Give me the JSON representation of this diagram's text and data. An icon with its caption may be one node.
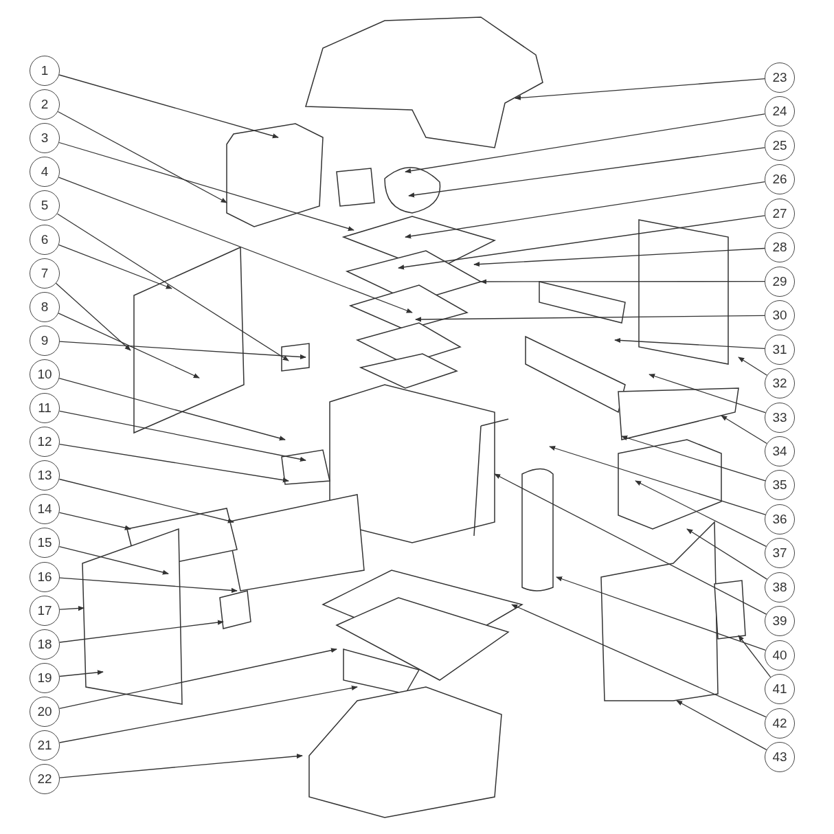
{
  "diagram": {
    "nodes": [
      {
        "text": [
          "1"
        ]
      },
      {
        "text": [
          "2"
        ]
      },
      {
        "text": [
          "3"
        ]
      },
      {
        "text": [
          "4"
        ]
      },
      {
        "text": [
          "5"
        ]
      },
      {
        "text": [
          "6"
        ]
      },
      {
        "text": [
          "7"
        ]
      },
      {
        "text": [
          "8"
        ]
      },
      {
        "text": [
          "9"
        ]
      },
      {
        "text": [
          "10"
        ]
      },
      {
        "text": [
          "11"
        ]
      },
      {
        "text": [
          "12"
        ]
      },
      {
        "text": [
          "13"
        ]
      },
      {
        "text": [
          "14"
        ]
      },
      {
        "text": [
          "15"
        ]
      },
      {
        "text": [
          "16"
        ]
      },
      {
        "text": [
          "17"
        ]
      },
      {
        "text": [
          "18"
        ]
      },
      {
        "text": [
          "19"
        ]
      },
      {
        "text": [
          "20"
        ]
      },
      {
        "text": [
          "21"
        ]
      },
      {
        "text": [
          "22"
        ]
      },
      {
        "text": [
          "23"
        ]
      },
      {
        "text": [
          "24"
        ]
      },
      {
        "text": [
          "25"
        ]
      },
      {
        "text": [
          "26"
        ]
      },
      {
        "text": [
          "27"
        ]
      },
      {
        "text": [
          "28"
        ]
      },
      {
        "text": [
          "29"
        ]
      },
      {
        "text": [
          "30"
        ]
      },
      {
        "text": [
          "31"
        ]
      },
      {
        "text": [
          "32"
        ]
      },
      {
        "text": [
          "33"
        ]
      },
      {
        "text": [
          "34"
        ]
      },
      {
        "text": [
          "35"
        ]
      },
      {
        "text": [
          "36"
        ]
      },
      {
        "text": [
          "37"
        ]
      },
      {
        "text": [
          "38"
        ]
      },
      {
        "text": [
          "39"
        ]
      },
      {
        "text": [
          "40"
        ]
      },
      {
        "text": [
          "41"
        ]
      },
      {
        "text": [
          "42"
        ]
      },
      {
        "text": [
          "43"
        ]
      }
    ],
    "edges": [
      {
        "from": 0,
        "to": null,
        "arrow": "to"
      },
      {
        "from": 1,
        "to": null,
        "arrow": "to"
      },
      {
        "from": 2,
        "to": null,
        "arrow": "to"
      },
      {
        "from": 3,
        "to": null,
        "arrow": "to"
      },
      {
        "from": 4,
        "to": null,
        "arrow": "to"
      },
      {
        "from": 5,
        "to": null,
        "arrow": "to"
      },
      {
        "from": 6,
        "to": null,
        "arrow": "to"
      },
      {
        "from": 7,
        "to": null,
        "arrow": "to"
      },
      {
        "from": 8,
        "to": null,
        "arrow": "to"
      },
      {
        "from": 9,
        "to": null,
        "arrow": "to"
      },
      {
        "from": 10,
        "to": null,
        "arrow": "to"
      },
      {
        "from": 11,
        "to": null,
        "arrow": "to"
      },
      {
        "from": 12,
        "to": null,
        "arrow": "to"
      },
      {
        "from": 13,
        "to": null,
        "arrow": "to"
      },
      {
        "from": 14,
        "to": null,
        "arrow": "to"
      },
      {
        "from": 15,
        "to": null,
        "arrow": "to"
      },
      {
        "from": 16,
        "to": null,
        "arrow": "to"
      },
      {
        "from": 17,
        "to": null,
        "arrow": "to"
      },
      {
        "from": 18,
        "to": null,
        "arrow": "to"
      },
      {
        "from": 19,
        "to": null,
        "arrow": "to"
      },
      {
        "from": 20,
        "to": null,
        "arrow": "to"
      },
      {
        "from": 21,
        "to": null,
        "arrow": "to"
      },
      {
        "from": 22,
        "to": null,
        "arrow": "to"
      },
      {
        "from": 23,
        "to": null,
        "arrow": "to"
      },
      {
        "from": 24,
        "to": null,
        "arrow": "to"
      },
      {
        "from": 25,
        "to": null,
        "arrow": "to"
      },
      {
        "from": 26,
        "to": null,
        "arrow": "to"
      },
      {
        "from": 27,
        "to": null,
        "arrow": "to"
      },
      {
        "from": 28,
        "to": null,
        "arrow": "to"
      },
      {
        "from": 29,
        "to": null,
        "arrow": "to"
      },
      {
        "from": 30,
        "to": null,
        "arrow": "to"
      },
      {
        "from": 31,
        "to": null,
        "arrow": "to"
      },
      {
        "from": 32,
        "to": null,
        "arrow": "to"
      },
      {
        "from": 33,
        "to": null,
        "arrow": "to"
      },
      {
        "from": 34,
        "to": null,
        "arrow": "to"
      },
      {
        "from": 35,
        "to": null,
        "arrow": "to"
      },
      {
        "from": 36,
        "to": null,
        "arrow": "to"
      },
      {
        "from": 37,
        "to": null,
        "arrow": "to"
      },
      {
        "from": 38,
        "to": null,
        "arrow": "to"
      },
      {
        "from": 39,
        "to": null,
        "arrow": "to"
      },
      {
        "from": 40,
        "to": null,
        "arrow": "to"
      },
      {
        "from": 41,
        "to": null,
        "arrow": "to"
      },
      {
        "from": 42,
        "to": null,
        "arrow": "to"
      }
    ]
  }
}
